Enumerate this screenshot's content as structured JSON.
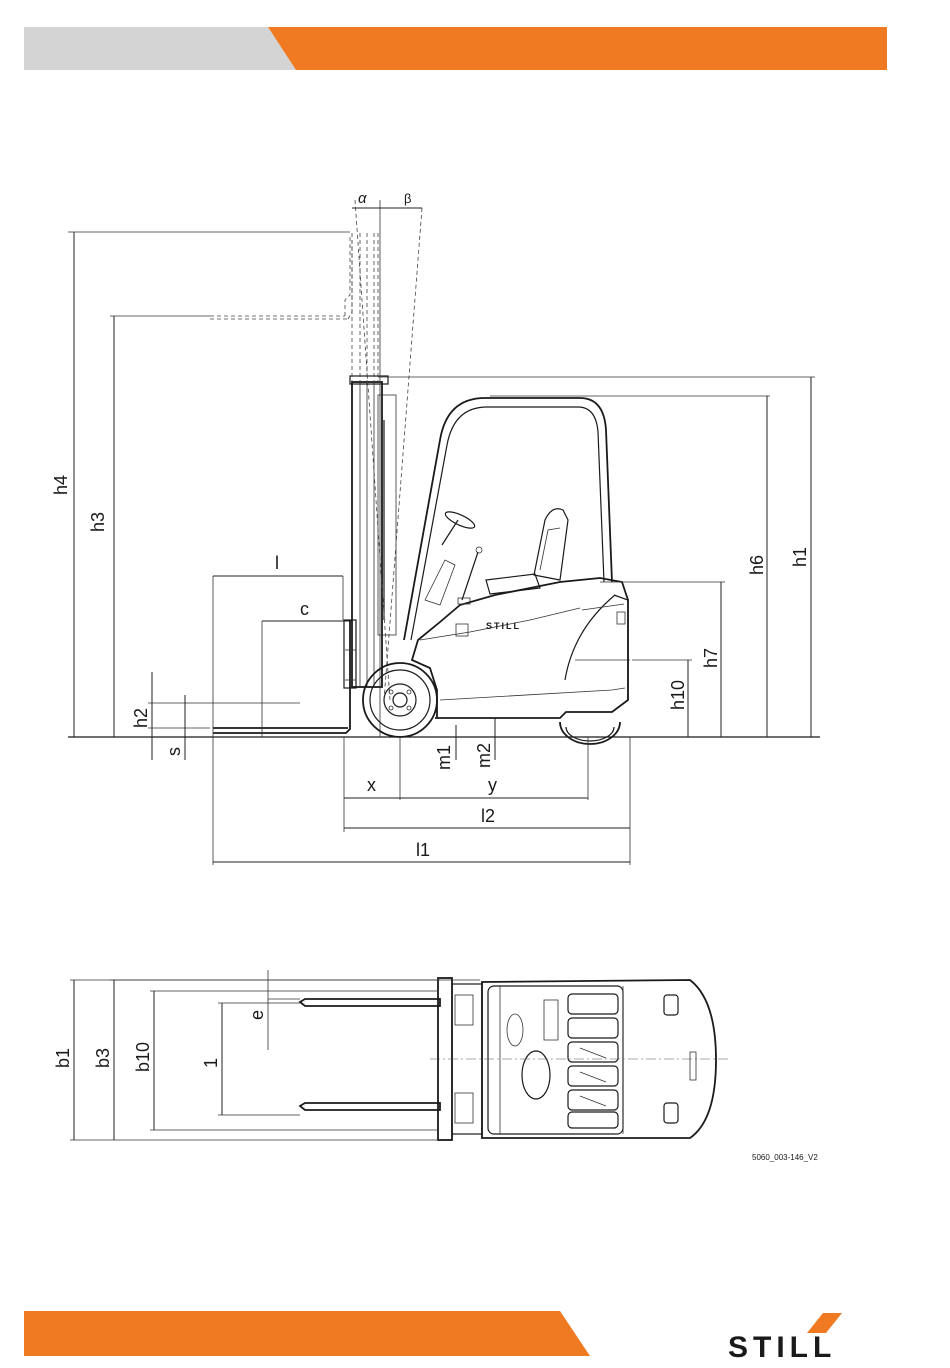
{
  "brand": {
    "accent_color": "#f07a22",
    "grey_color": "#d4d4d4",
    "logo_text": "STILL"
  },
  "side_view": {
    "labels": {
      "alpha": "α",
      "beta": "β",
      "h4": "h4",
      "h3": "h3",
      "h2": "h2",
      "s": "s",
      "l": "l",
      "c": "c",
      "h6": "h6",
      "h1": "h1",
      "h7": "h7",
      "h10": "h10",
      "m1": "m1",
      "m2": "m2",
      "x": "x",
      "y": "y",
      "l2": "l2",
      "l1": "l1"
    },
    "truck_text": "STILL"
  },
  "top_view": {
    "labels": {
      "b1": "b1",
      "b3": "b3",
      "b10": "b10",
      "fork_spacing": "1",
      "e": "e"
    }
  },
  "drawing_code": "5060_003-146_V2"
}
